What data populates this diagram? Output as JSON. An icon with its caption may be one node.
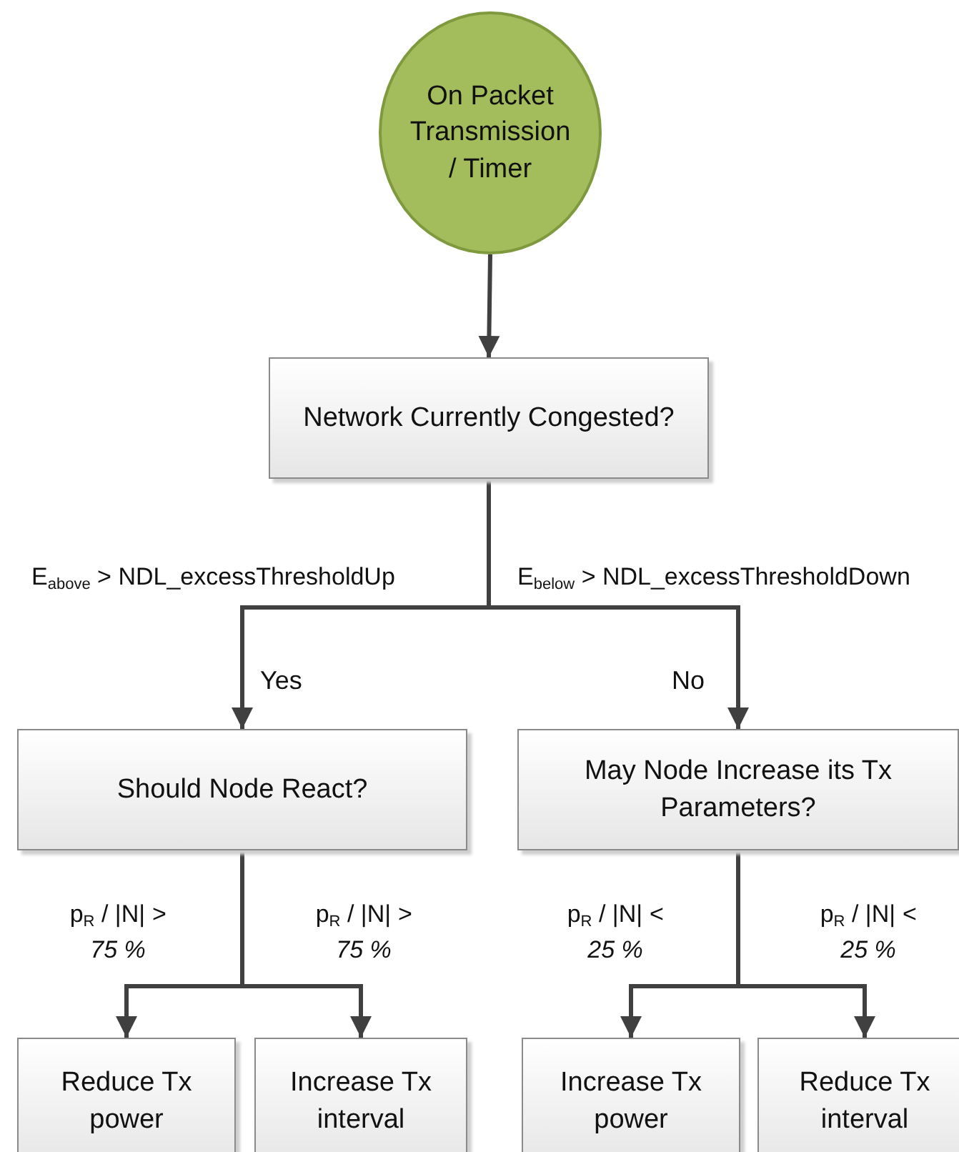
{
  "diagram": {
    "nodes": [
      {
        "text": [
          "On Packet Transmission / Timer"
        ]
      },
      {
        "text": [
          "Network Currently Congested?"
        ]
      },
      {
        "text": [
          "Should Node React?"
        ]
      },
      {
        "text": [
          "May Node Increase its Tx Parameters?"
        ]
      },
      {
        "text": [
          "Reduce Tx power"
        ]
      },
      {
        "text": [
          "Increase Tx interval"
        ]
      },
      {
        "text": [
          "Increase Tx power"
        ]
      },
      {
        "text": [
          "Reduce Tx interval"
        ]
      }
    ],
    "edges": [
      {
        "from": 0,
        "to": 1,
        "arrow": "to"
      },
      {
        "from": 1,
        "to": 2,
        "arrow": "to",
        "label": "Yes"
      },
      {
        "from": 1,
        "to": 3,
        "arrow": "to",
        "label": "No"
      },
      {
        "from": 2,
        "to": 4,
        "arrow": "to"
      },
      {
        "from": 2,
        "to": 5,
        "arrow": "to"
      },
      {
        "from": 3,
        "to": 6,
        "arrow": "to"
      },
      {
        "from": 3,
        "to": 7,
        "arrow": "to"
      }
    ],
    "labels": [
      "E$_{above}$ > NDL_excessThresholdUp",
      "E$_{below}$ > NDL_excessThresholdDown",
      "p$_{R}$ / |N| *> 75 %*",
      "p$_{R}$ / |N| *> 75 %*",
      "p$_{R}$ / |N| *< 25 %*",
      "p$_{R}$ / |N| *< 25 %*"
    ]
  }
}
